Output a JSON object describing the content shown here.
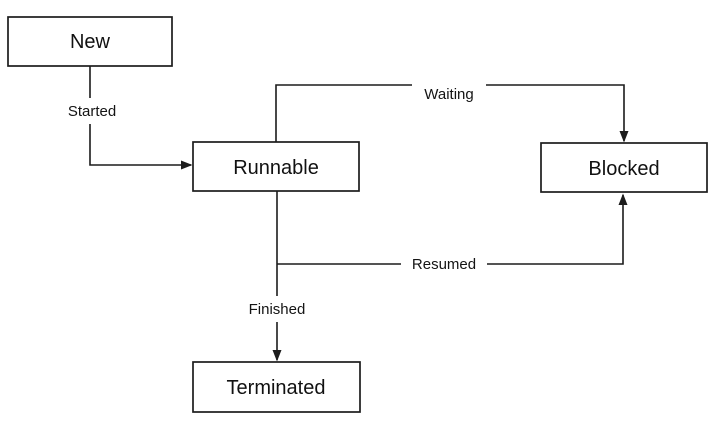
{
  "diagram": {
    "type": "state-diagram",
    "colors": {
      "background": "#ffffff",
      "line": "#1c1c1c",
      "box_fill": "#ffffff",
      "box_border": "#1c1c1c",
      "text": "#111111"
    },
    "nodes": [
      {
        "id": "new",
        "label": "New"
      },
      {
        "id": "runnable",
        "label": "Runnable"
      },
      {
        "id": "blocked",
        "label": "Blocked"
      },
      {
        "id": "terminated",
        "label": "Terminated"
      }
    ],
    "edges": [
      {
        "id": "started",
        "label": "Started",
        "from": "New",
        "to": "Runnable",
        "arrow": "into-left-of-Runnable"
      },
      {
        "id": "waiting",
        "label": "Waiting",
        "from": "Runnable",
        "to": "Blocked",
        "arrow": "into-top-of-Blocked"
      },
      {
        "id": "resumed",
        "label": "Resumed",
        "from": "Runnable",
        "to": "Blocked",
        "arrow": "into-bottom-of-Blocked"
      },
      {
        "id": "finished",
        "label": "Finished",
        "from": "Runnable",
        "to": "Terminated",
        "arrow": "into-top-of-Terminated"
      }
    ]
  }
}
